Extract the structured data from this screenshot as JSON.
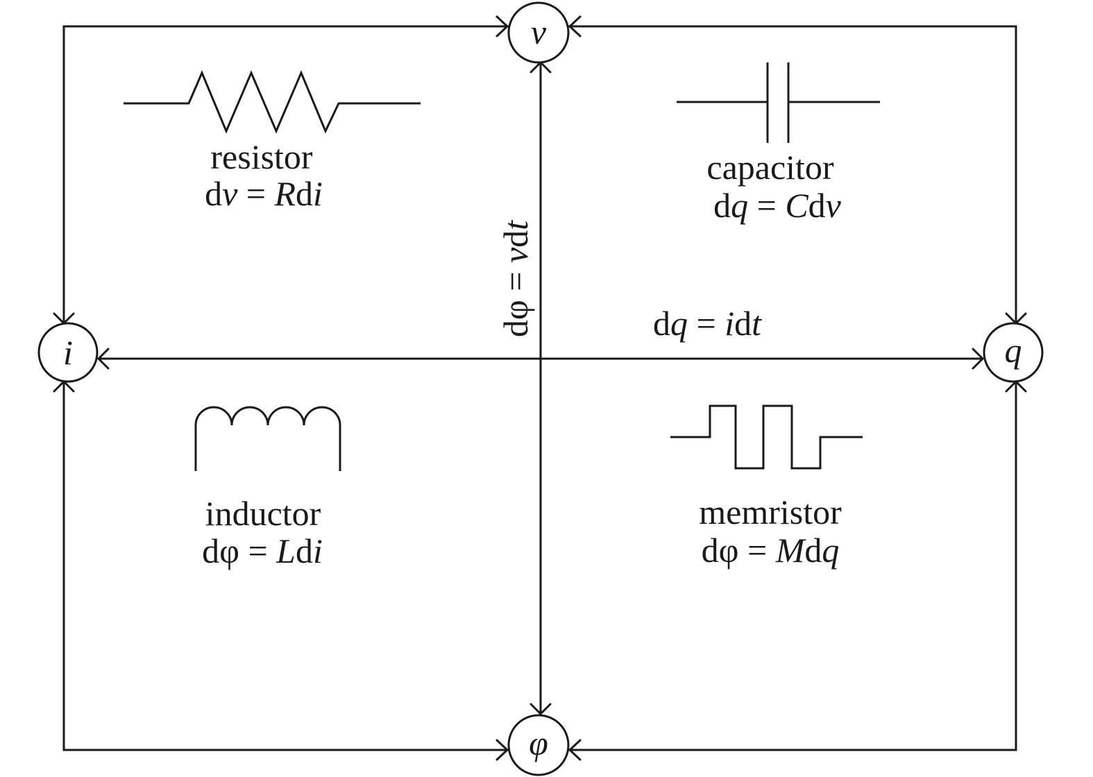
{
  "diagram": {
    "type": "relationship-diagram",
    "description": "Four fundamental circuit variables and the elements relating them",
    "nodes": {
      "v": {
        "symbol": "v"
      },
      "i": {
        "symbol": "i"
      },
      "q": {
        "symbol": "q"
      },
      "phi": {
        "symbol": "φ"
      }
    },
    "elements": {
      "resistor": {
        "name": "resistor",
        "eq_parts": [
          "d",
          "v",
          " = ",
          "R",
          "d",
          "i"
        ]
      },
      "capacitor": {
        "name": "capacitor",
        "eq_parts": [
          "d",
          "q",
          " = ",
          "C",
          "d",
          "v"
        ]
      },
      "inductor": {
        "name": "inductor",
        "eq_parts": [
          "d",
          "φ",
          " = ",
          "L",
          "d",
          "i"
        ]
      },
      "memristor": {
        "name": "memristor",
        "eq_parts": [
          "d",
          "φ",
          " = ",
          "M",
          "d",
          "q"
        ]
      }
    },
    "axis_relations": {
      "vertical": {
        "eq_parts": [
          "d",
          "φ",
          " = ",
          "v",
          "d",
          "t"
        ]
      },
      "horizontal": {
        "eq_parts": [
          "d",
          "q",
          " = ",
          "i",
          "d",
          "t"
        ]
      }
    },
    "colors": {
      "stroke": "#1a1a1a",
      "background": "#ffffff"
    }
  }
}
